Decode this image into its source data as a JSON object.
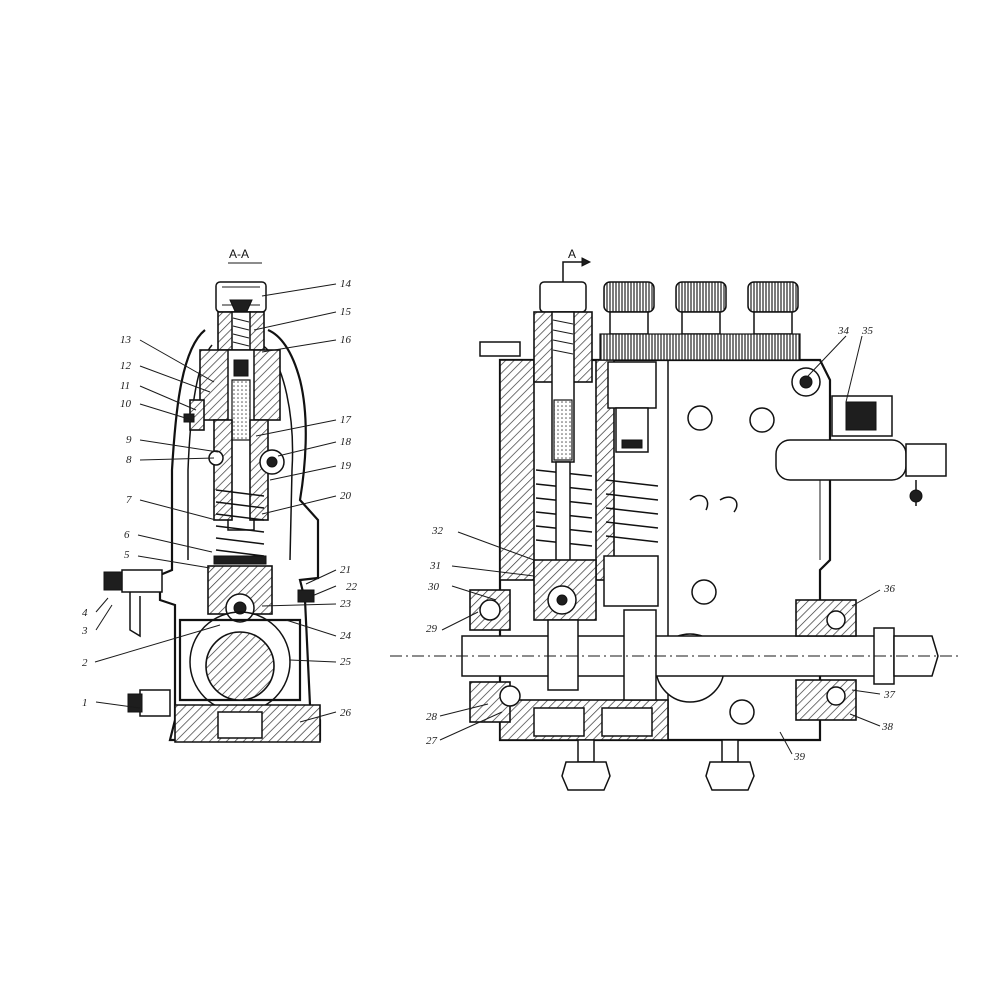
{
  "section_marks": {
    "left_section": "A-A",
    "right_section_arrow": "A"
  },
  "callouts": [
    "1",
    "2",
    "3",
    "4",
    "5",
    "6",
    "7",
    "8",
    "9",
    "10",
    "11",
    "12",
    "13",
    "14",
    "15",
    "16",
    "17",
    "18",
    "19",
    "20",
    "21",
    "22",
    "23",
    "24",
    "25",
    "26",
    "27",
    "28",
    "29",
    "30",
    "31",
    "32",
    "34",
    "35",
    "36",
    "37",
    "38",
    "39"
  ],
  "colors": {
    "ink": "#111111",
    "paper": "#ffffff",
    "hatch": "#333333"
  }
}
